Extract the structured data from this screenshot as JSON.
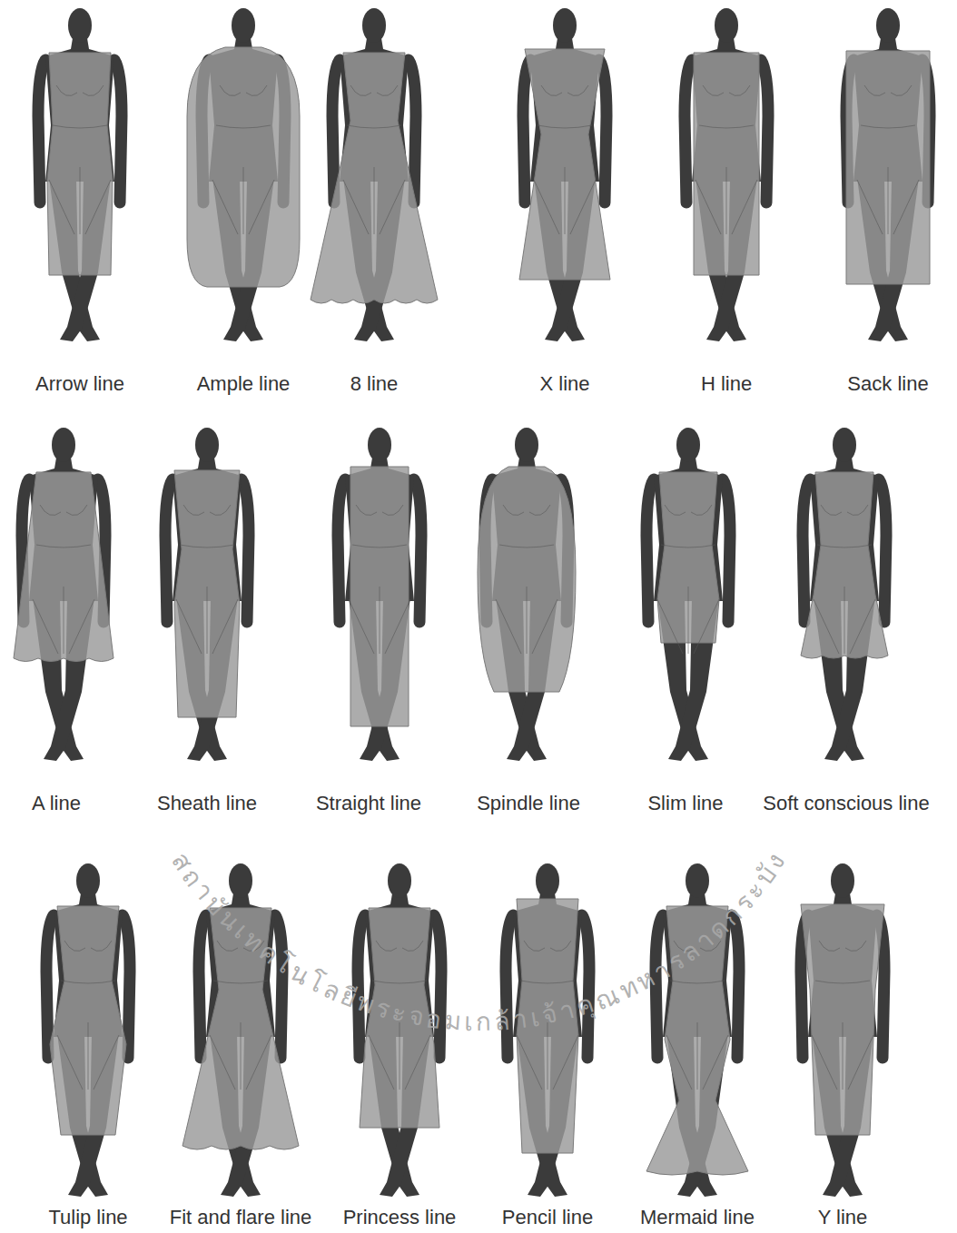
{
  "diagram": {
    "labels": [
      "Arrow line",
      "Ample line",
      "8 line",
      "X line",
      "H line",
      "Sack line",
      "A line",
      "Sheath line",
      "Straight line",
      "Spindle line",
      "Slim line",
      "Soft conscious line",
      "Tulip line",
      "Fit and flare line",
      "Princess line",
      "Pencil line",
      "Mermaid line",
      "Y line",
      "สถาบันเทคโนโลยีพระจอมเกล้าเจ้าคุณทหารลาดกระบัง"
    ]
  }
}
